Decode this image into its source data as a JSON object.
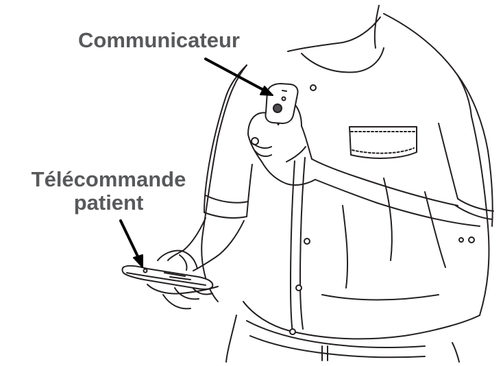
{
  "labels": {
    "communicator": "Communicateur",
    "remote_line1": "Télécommande",
    "remote_line2": "patient"
  },
  "colors": {
    "label_text": "#58595b",
    "outline": "#231f20",
    "arrow": "#000000",
    "device_fill": "#ffffff",
    "device_button": "#4d4d4f"
  },
  "icons": {
    "figure": "man-in-button-down-shirt",
    "communicator_device": "wearable-communicator-device",
    "remote_device": "patient-remote-control"
  }
}
